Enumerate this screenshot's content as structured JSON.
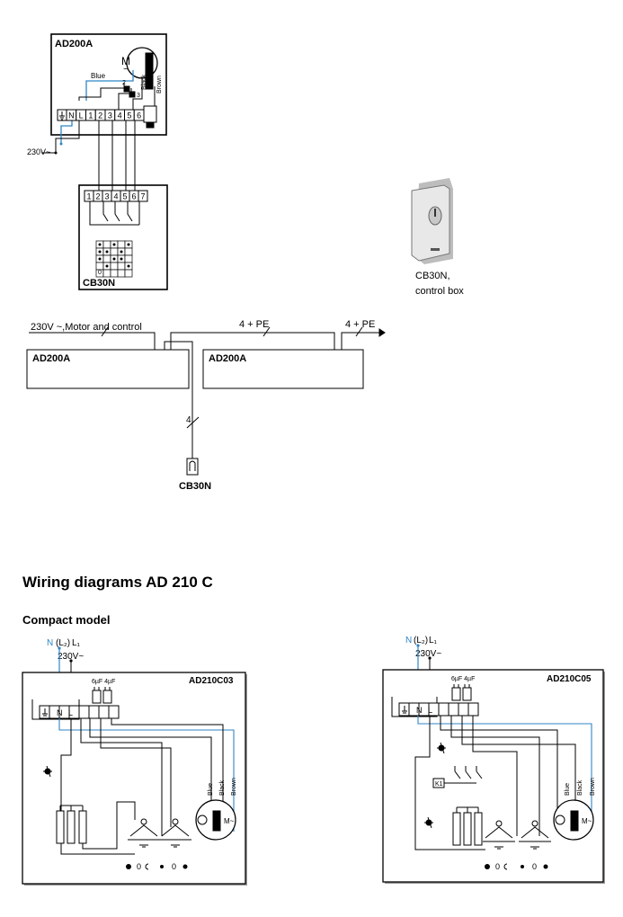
{
  "diagram_top": {
    "unit_label": "AD200A",
    "motor_symbol": "M",
    "motor_tilde": "~",
    "terminals": [
      "N",
      "L",
      "1",
      "2",
      "3",
      "4",
      "5",
      "6"
    ],
    "wire_blue": "Blue",
    "wire_black": "Black",
    "wire_brown": "Brown",
    "cap_num_2": "2",
    "cap_num_3": "3",
    "supply_label": "230V~",
    "control_terminals": [
      "1",
      "2",
      "3",
      "4",
      "5",
      "6",
      "7"
    ],
    "control_label": "CB30N",
    "grid_row_label": "0"
  },
  "product": {
    "caption_line1": "CB30N,",
    "caption_line2": "control box"
  },
  "diagram_chain": {
    "supply_label": "230V ~,Motor and control",
    "cable_mid": "4 + PE",
    "cable_right": "4 + PE",
    "unit1_label": "AD200A",
    "unit2_label": "AD200A",
    "cable_down": "4",
    "control_label": "CB30N"
  },
  "section": {
    "title": "Wiring diagrams AD 210 C",
    "subtitle": "Compact model"
  },
  "diagram_c03": {
    "supply_n": "N",
    "supply_l2": "(L₂)",
    "supply_l1": "L₁",
    "voltage": "230V~",
    "caps_label": "6µF 4µF",
    "model": "AD210C03",
    "terminal_n": "N",
    "terminal_l": "L",
    "wire_blue": "Blue",
    "wire_black": "Black",
    "wire_brown": "Brown",
    "motor_label": "M~",
    "speed_labels": [
      "0",
      "0"
    ]
  },
  "diagram_c05": {
    "supply_n": "N",
    "supply_l2": "(L₂)",
    "supply_l1": "L₁",
    "voltage": "230V~",
    "caps_label": "6µF 4µF",
    "model": "AD210C05",
    "terminal_n": "N",
    "terminal_l": "L",
    "relay_label": "K1",
    "wire_blue": "Blue",
    "wire_black": "Black",
    "wire_brown": "Brown",
    "motor_label": "M~",
    "speed_labels": [
      "0",
      "0"
    ]
  },
  "colors": {
    "line": "#000000",
    "blue_wire": "#2f86c6",
    "panel_shadow": "#9a9a9a",
    "device_body": "#e8e8e8"
  }
}
